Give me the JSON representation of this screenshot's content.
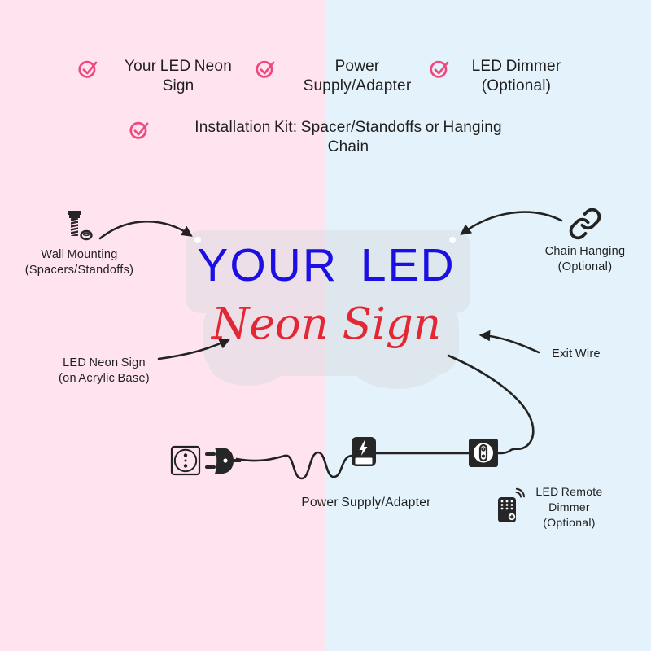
{
  "checklist": {
    "items": [
      {
        "line1": "Your LED Neon",
        "line2": "Sign"
      },
      {
        "line1": "Power",
        "line2": "Supply/Adapter"
      },
      {
        "line1": "LED Dimmer",
        "line2": "(Optional)"
      },
      {
        "line1": "Installation Kit: Spacer/Standoffs or Hanging",
        "line2": "Chain"
      }
    ]
  },
  "sign": {
    "line1": "YOUR LED",
    "line2": "Neon Sign"
  },
  "callouts": {
    "wall_mounting": {
      "line1": "Wall Mounting",
      "line2": "(Spacers/Standoffs)"
    },
    "chain_hanging": {
      "line1": "Chain Hanging",
      "line2": "(Optional)"
    },
    "led_neon_sign": {
      "line1": "LED Neon Sign",
      "line2": "(on Acrylic Base)"
    },
    "exit_wire": {
      "line1": "Exit Wire"
    },
    "power_supply": {
      "line1": "Power Supply/Adapter"
    },
    "remote_dimmer": {
      "line1": "LED Remote",
      "line2": "Dimmer",
      "line3": "(Optional)"
    }
  },
  "colors": {
    "bg_left": "#FFE4EF",
    "bg_right": "#E4F3FB",
    "check_pink": "#F0477D",
    "sign_blue": "#1B0FE4",
    "sign_red": "#E32735",
    "ink": "#222222",
    "icon_black": "#262626"
  },
  "icons": [
    "check-icon",
    "screw-icon",
    "chain-link-icon",
    "power-outlet-icon",
    "power-plug-icon",
    "power-adapter-icon",
    "inline-dimmer-icon",
    "remote-control-icon",
    "signal-waves-icon"
  ]
}
